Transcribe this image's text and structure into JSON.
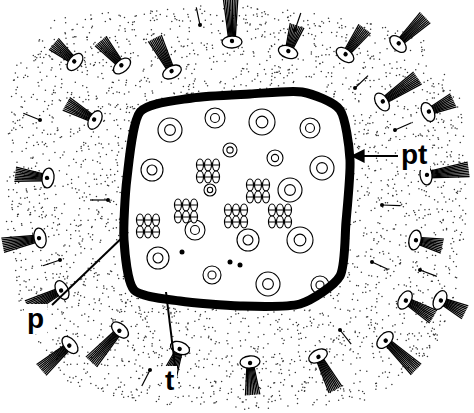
{
  "diagram": {
    "labels": [
      "pt",
      "p",
      "t"
    ]
  }
}
